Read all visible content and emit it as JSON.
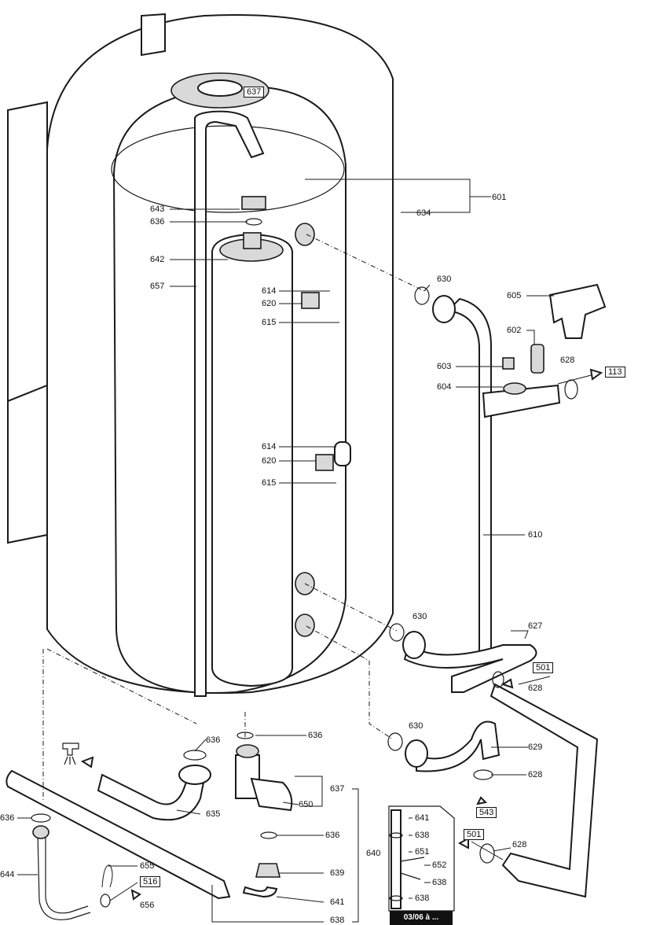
{
  "labels": {
    "l637a": "637",
    "l601": "601",
    "l634": "634",
    "l643": "643",
    "l636a": "636",
    "l642": "642",
    "l657": "657",
    "l614a": "614",
    "l620a": "620",
    "l615a": "615",
    "l630a": "630",
    "l605": "605",
    "l602": "602",
    "l603": "603",
    "l628a": "628",
    "l113": "113",
    "l604": "604",
    "l614b": "614",
    "l620b": "620",
    "l615b": "615",
    "l610": "610",
    "l630b": "630",
    "l627": "627",
    "l501a": "501",
    "l628b": "628",
    "l630c": "630",
    "l629": "629",
    "l636b": "636",
    "l636c": "636",
    "l628c": "628",
    "l637b": "637",
    "l650": "650",
    "l635": "635",
    "l636d": "636",
    "l543": "543",
    "l641a": "641",
    "l638a": "638",
    "l651": "651",
    "l501b": "501",
    "l628d": "628",
    "l636e": "636",
    "l640": "640",
    "l652": "652",
    "l644": "644",
    "l655": "655",
    "l639": "639",
    "l638b": "638",
    "l516": "516",
    "l656": "656",
    "l641b": "641",
    "l638c": "638",
    "l638d": "638"
  },
  "footer": {
    "date_range": "03/06 à ..."
  },
  "icons": {
    "water_outlet": "faucet-icon"
  }
}
